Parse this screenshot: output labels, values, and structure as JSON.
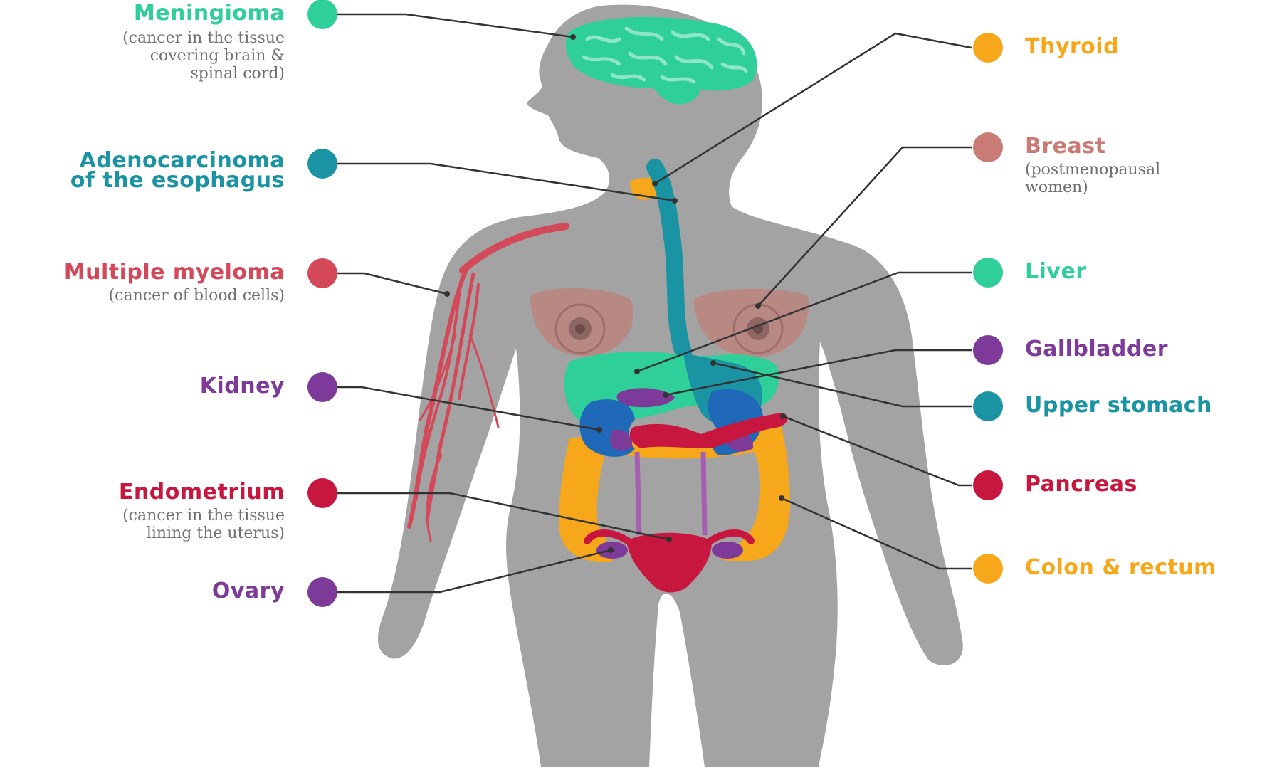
{
  "colors": {
    "body": "#a3a3a3",
    "leader_line": "#333333",
    "teal_green": "#2ecf98",
    "teal_blue": "#1a93a3",
    "myeloma_red": "#d4495a",
    "purple": "#7e3a98",
    "crimson": "#c8173f",
    "orange": "#f6a81a",
    "breast_rose": "#c97b76",
    "kidney_blue": "#1f69b8"
  },
  "labels_left": [
    {
      "id": "meningioma",
      "title": "Meningioma",
      "lines": [
        "(cancer in the tissue",
        "covering brain &",
        "spinal cord)"
      ],
      "color": "#2ecf98"
    },
    {
      "id": "esophagus",
      "title_lines": [
        "Adenocarcinoma",
        "of the esophagus"
      ],
      "lines": [],
      "color": "#1a93a3"
    },
    {
      "id": "myeloma",
      "title": "Multiple myeloma",
      "lines": [
        "(cancer of blood cells)"
      ],
      "color": "#d4495a"
    },
    {
      "id": "kidney",
      "title": "Kidney",
      "lines": [],
      "color": "#7e3a98"
    },
    {
      "id": "endometrium",
      "title": "Endometrium",
      "lines": [
        "(cancer in the tissue",
        "lining the uterus)"
      ],
      "color": "#c8173f"
    },
    {
      "id": "ovary",
      "title": "Ovary",
      "lines": [],
      "color": "#7e3a98"
    }
  ],
  "labels_right": [
    {
      "id": "thyroid",
      "title": "Thyroid",
      "lines": [],
      "color": "#f6a81a"
    },
    {
      "id": "breast",
      "title": "Breast",
      "lines": [
        "(postmenopausal",
        "women)"
      ],
      "color": "#c97b76"
    },
    {
      "id": "liver",
      "title": "Liver",
      "lines": [],
      "color": "#2ecf98"
    },
    {
      "id": "gallbladder",
      "title": "Gallbladder",
      "lines": [],
      "color": "#7e3a98"
    },
    {
      "id": "upper-stomach",
      "title": "Upper stomach",
      "lines": [],
      "color": "#1a93a3"
    },
    {
      "id": "pancreas",
      "title": "Pancreas",
      "lines": [],
      "color": "#c8173f"
    },
    {
      "id": "colon",
      "title": "Colon & rectum",
      "lines": [],
      "color": "#f6a81a"
    }
  ]
}
